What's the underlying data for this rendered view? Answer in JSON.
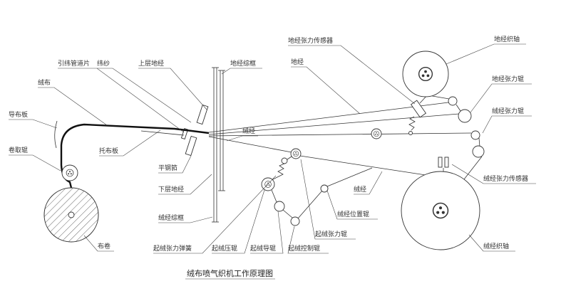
{
  "title": "绒布喷气织机工作原理图",
  "labels": {
    "weft_channel_piece": "引纬管道片",
    "weft_yarn": "纬纱",
    "upper_ground_warp": "上层地经",
    "ground_heald_frame": "地经综框",
    "ground_warp_tension_sensor": "地经张力传感器",
    "ground_warp": "地经",
    "ground_warp_beam": "地经织轴",
    "ground_warp_tension_roller": "地经张力辊",
    "pile_warp_tension_roller_upper": "绒经张力辊",
    "fleece_fabric": "绒布",
    "cloth_guide_plate": "导布板",
    "takeup_roller": "卷取辊",
    "cloth_support_plate": "托布板",
    "flat_reed": "平钢筘",
    "pile_warp_left": "绒经",
    "lower_ground_warp": "下层地经",
    "pile_heald_frame": "绒经综框",
    "cloth_roll": "布卷",
    "pile_tension_spring": "起绒张力弹簧",
    "pile_press_roller": "起绒压辊",
    "pile_guide_roller": "起绒导辊",
    "pile_control_roller": "起绒控制辊",
    "pile_tension_roller": "起绒张力辊",
    "pile_position_roller": "绒经位置辊",
    "pile_warp_right": "绒经",
    "pile_warp_tension_sensor": "绒经张力传感器",
    "pile_warp_beam": "绒经织轴"
  },
  "colors": {
    "line": "#333333",
    "background": "#ffffff"
  }
}
